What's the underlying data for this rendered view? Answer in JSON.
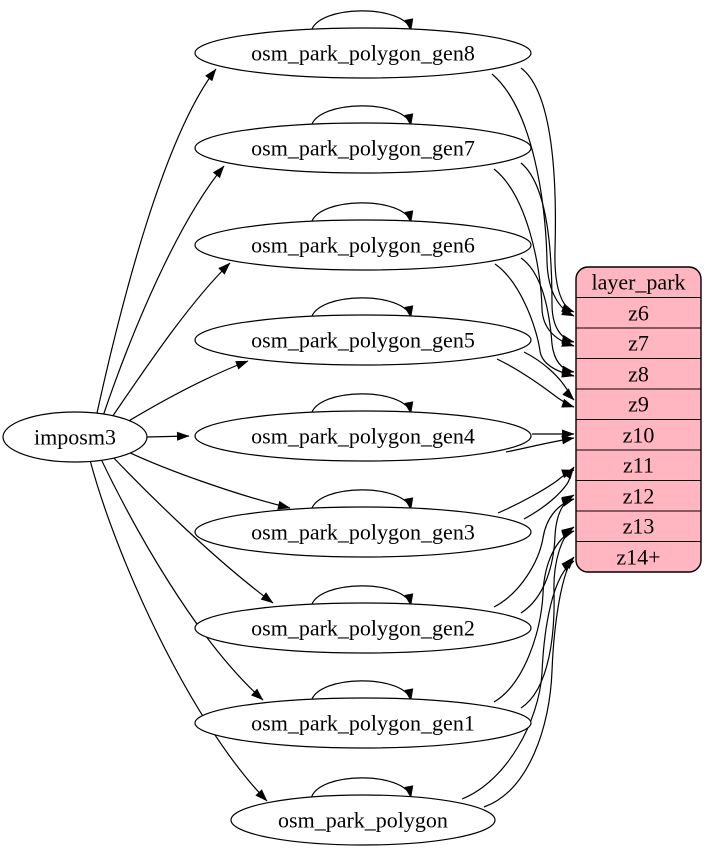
{
  "diagram": {
    "importer": {
      "label": "imposm3"
    },
    "mapping": [
      {
        "table": "osm_park_polygon_gen8",
        "zoom": "z6"
      },
      {
        "table": "osm_park_polygon_gen7",
        "zoom": "z7"
      },
      {
        "table": "osm_park_polygon_gen6",
        "zoom": "z8"
      },
      {
        "table": "osm_park_polygon_gen5",
        "zoom": "z9"
      },
      {
        "table": "osm_park_polygon_gen4",
        "zoom": "z10"
      },
      {
        "table": "osm_park_polygon_gen3",
        "zoom": "z11"
      },
      {
        "table": "osm_park_polygon_gen2",
        "zoom": "z12"
      },
      {
        "table": "osm_park_polygon_gen1",
        "zoom": "z13"
      },
      {
        "table": "osm_park_polygon",
        "zoom": "z14+"
      }
    ],
    "layer": {
      "title": "layer_park",
      "rows": [
        "z6",
        "z7",
        "z8",
        "z9",
        "z10",
        "z11",
        "z12",
        "z13",
        "z14+"
      ]
    },
    "edges_notes": {
      "importer_to_each_table": true,
      "self_loop_on_each_table": true,
      "table_to_zoom_row": true
    },
    "colors": {
      "layer_fill": "#FFB6C1",
      "node_fill": "#FFFFFF",
      "stroke": "#000000"
    }
  }
}
